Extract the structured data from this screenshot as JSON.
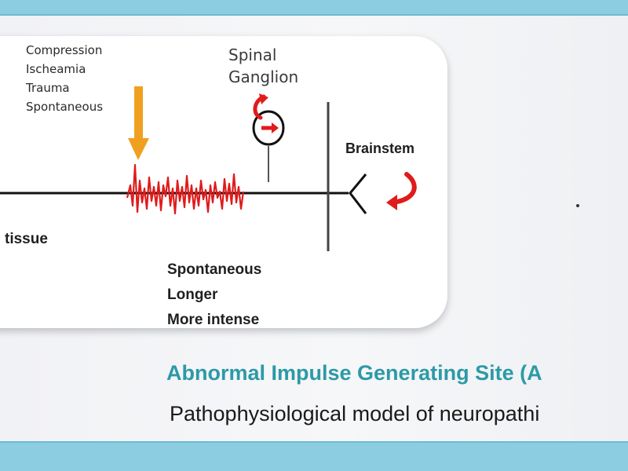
{
  "diagram": {
    "causes": [
      "Compression",
      "Ischeamia",
      "Trauma",
      "Spontaneous"
    ],
    "ganglion_label": [
      "Spinal",
      "Ganglion"
    ],
    "brainstem_label": "Brainstem",
    "tissue_label": "tissue",
    "outcomes": [
      "Spontaneous",
      "Longer",
      "More intense"
    ]
  },
  "caption": {
    "title": "Abnormal Impulse Generating Site (A",
    "subtitle": "Pathophysiological model of neuropathi"
  },
  "colors": {
    "accent_bar": "#8ccde2",
    "title_teal": "#2c9aa6",
    "arrow_orange": "#f0a020",
    "impulse_red": "#e01b1b",
    "nerve_black": "#111111"
  }
}
